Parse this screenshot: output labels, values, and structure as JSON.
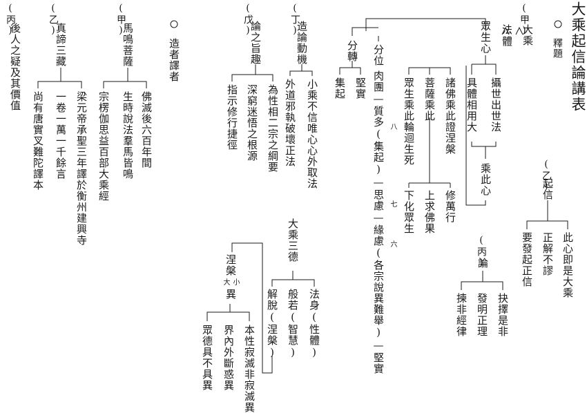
{
  "title": "大乘起信論講表",
  "sec_jia": {
    "label": "(甲)",
    "name": "釋題",
    "dasheng": "大乘",
    "fa": "法",
    "ti": "體",
    "zhongshengxin": "眾生心",
    "sheshi": "攝世出世法",
    "jutixiang": "具體相用大",
    "chengcixin": "乘此心",
    "zhufo": "諸佛乘此證涅槃",
    "pusa": "菩薩乘此",
    "zhongsheng": "眾生乘此輪迴生死",
    "xiuwanxing": "修萬行",
    "shangqiu": "上求佛果",
    "xiahua": "下化眾生"
  },
  "sec_yi": {
    "label": "(乙)",
    "name": "起信",
    "a": "此心即是大乘",
    "b": "正解不謬",
    "c": "要發起正信"
  },
  "sec_bing": {
    "label": "(丙)",
    "name": "論",
    "a": "抉擇是非",
    "b": "發明正理",
    "c": "揀非經律"
  },
  "fenwei": {
    "head": "分位",
    "chain": "肉團—質多(集起)—思慮—緣慮(各宗說異難舉)—堅實",
    "n8": "八",
    "n7": "七",
    "n6": "六",
    "fenzhuan": "分轉",
    "jianshi": "堅實",
    "jiqi": "集起"
  },
  "sec_ding": {
    "label": "(丁)",
    "name": "造論動機",
    "a": "小乘不信唯心心外取法",
    "b": "外道邪執破壞正法"
  },
  "sande": {
    "name": "大乘三德",
    "a": "法身(性體)",
    "b": "般若(智慧)",
    "c": "解脫(涅槃)"
  },
  "niepan": {
    "head1": "涅槃",
    "head2a": "大",
    "head2b": "小",
    "head3": "異",
    "a": "本性寂滅非寂滅異",
    "b": "界內外斷惑異",
    "c": "眾德具不具異"
  },
  "sec_wu": {
    "label": "(戊)",
    "name": "論之旨趣",
    "a": "為性相二宗之綱要",
    "b": "深窮迷悟之根源",
    "c": "指示修行捷徑"
  },
  "zaozhe": {
    "name": "造者譯者"
  },
  "author_jia": {
    "label": "(甲)",
    "name": "馬鳴菩薩",
    "a": "佛滅後六百年間",
    "b": "生時說法羣馬皆鳴",
    "c": "宗楞伽思益百部大乘經"
  },
  "author_yi": {
    "label": "(乙)",
    "name": "真諦三藏",
    "a": "梁元帝承聖三年譯於衡州建興寺",
    "b": "一卷一萬一千餘言",
    "c": "尚有唐實叉難陀譯本"
  },
  "author_bing": {
    "label": "(丙)",
    "name": "後人之疑及其價值"
  }
}
